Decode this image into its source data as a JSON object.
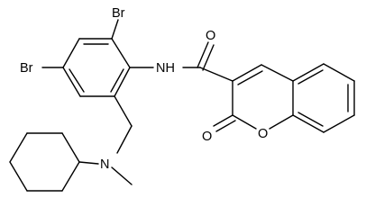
{
  "molecule": {
    "atom_labels": {
      "br_top": "Br",
      "br_left": "Br",
      "nh": "NH",
      "n_amine": "N",
      "o_carbonyl": "O",
      "o_lactone_carbonyl": "O",
      "o_ring": "O"
    },
    "colors": {
      "bond": "#000000",
      "label": "#000000",
      "background": "#ffffff"
    }
  }
}
